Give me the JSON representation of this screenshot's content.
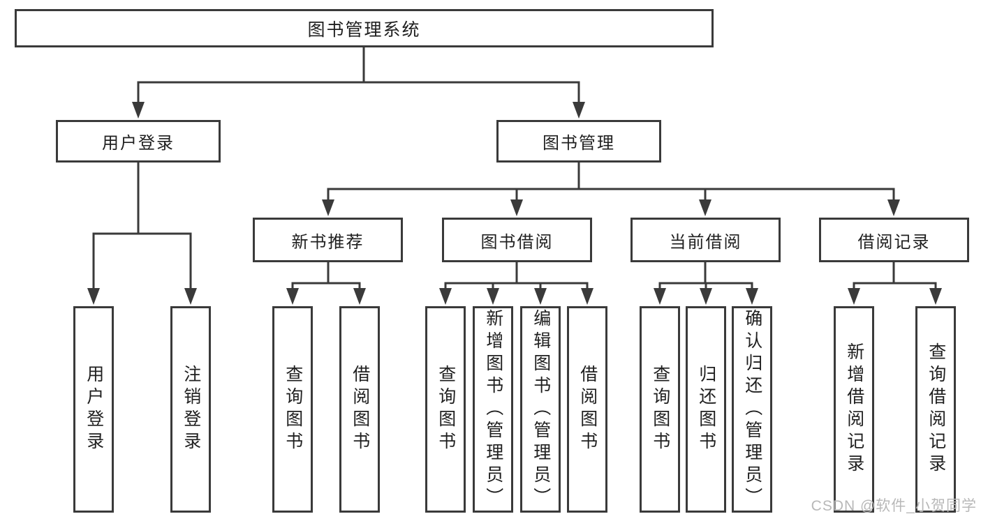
{
  "root": {
    "label": "图书管理系统"
  },
  "level2": [
    {
      "label": "用户登录",
      "children": [
        {
          "label": "用户登录"
        },
        {
          "label": "注销登录"
        }
      ]
    },
    {
      "label": "图书管理",
      "children": [
        {
          "label": "新书推荐",
          "children": [
            {
              "label": "查询图书"
            },
            {
              "label": "借阅图书"
            }
          ]
        },
        {
          "label": "图书借阅",
          "children": [
            {
              "label": "查询图书"
            },
            {
              "label": "新增图书（管理员）"
            },
            {
              "label": "编辑图书（管理员）"
            },
            {
              "label": "借阅图书"
            }
          ]
        },
        {
          "label": "当前借阅",
          "children": [
            {
              "label": "查询图书"
            },
            {
              "label": "归还图书"
            },
            {
              "label": "确认归还（管理员）"
            }
          ]
        },
        {
          "label": "借阅记录",
          "children": [
            {
              "label": "新增借阅记录"
            },
            {
              "label": "查询借阅记录"
            }
          ]
        }
      ]
    }
  ],
  "watermark": "CSDN @软件_小贺同学",
  "colors": {
    "line": "#3a3a3a",
    "box_border": "#3a3a3a",
    "text": "#1f1f1f",
    "watermark": "#b8b8b8",
    "background": "#ffffff"
  }
}
